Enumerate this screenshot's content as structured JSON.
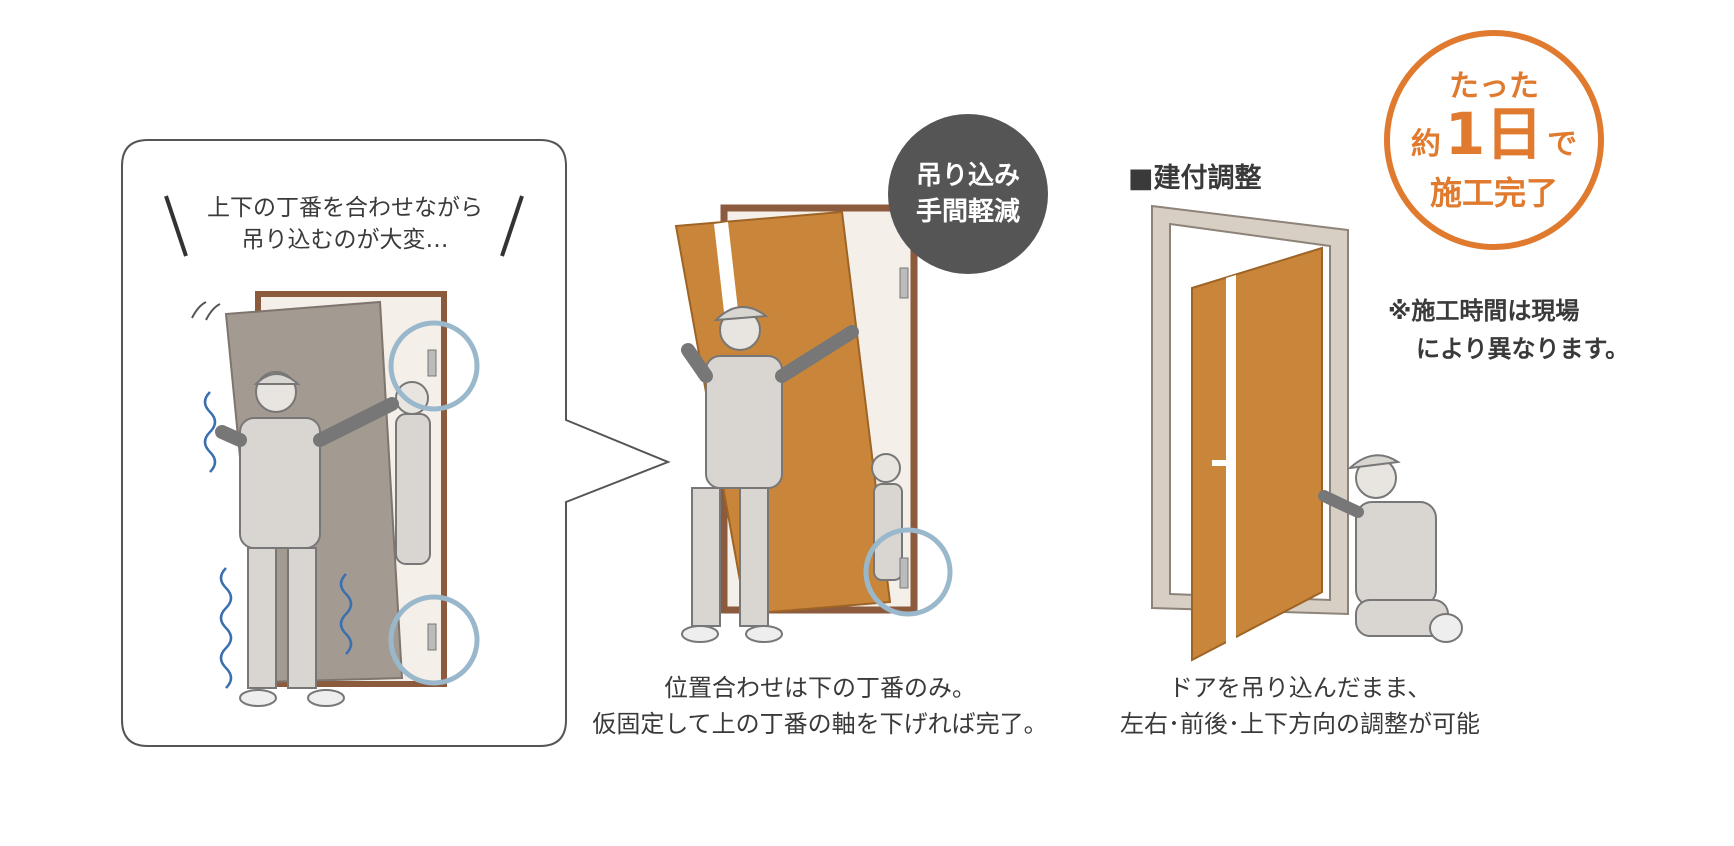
{
  "bubble": {
    "line1": "上下の丁番を合わせながら",
    "line2": "吊り込むのが大変…"
  },
  "badge_dark": {
    "line1": "吊り込み",
    "line2": "手間軽減"
  },
  "section_title": "■建付調整",
  "badge_orange": {
    "pre": "たった",
    "mid_left": "約",
    "mid_big": "1日",
    "mid_right": "で",
    "post": "施工完了"
  },
  "note": {
    "line1": "※施工時間は現場",
    "line2": "により異なります。"
  },
  "caption_middle": {
    "line1": "位置合わせは下の丁番のみ。",
    "line2": "仮固定して上の丁番の軸を下げれば完了。"
  },
  "caption_right": {
    "line1": "ドアを吊り込んだまま、",
    "line2": "左右･前後･上下方向の調整が可能"
  },
  "colors": {
    "door_orange": "#c9863a",
    "door_gray": "#a39a92",
    "frame_brown": "#8c5a3c",
    "frame_beige": "#d8cfc4",
    "worker_gray": "#d9d6d2",
    "hinge_circle": "#9ab8cc",
    "badge_orange": "#e07a2e",
    "badge_dark": "#555555",
    "shake_blue": "#3a6fb0"
  }
}
